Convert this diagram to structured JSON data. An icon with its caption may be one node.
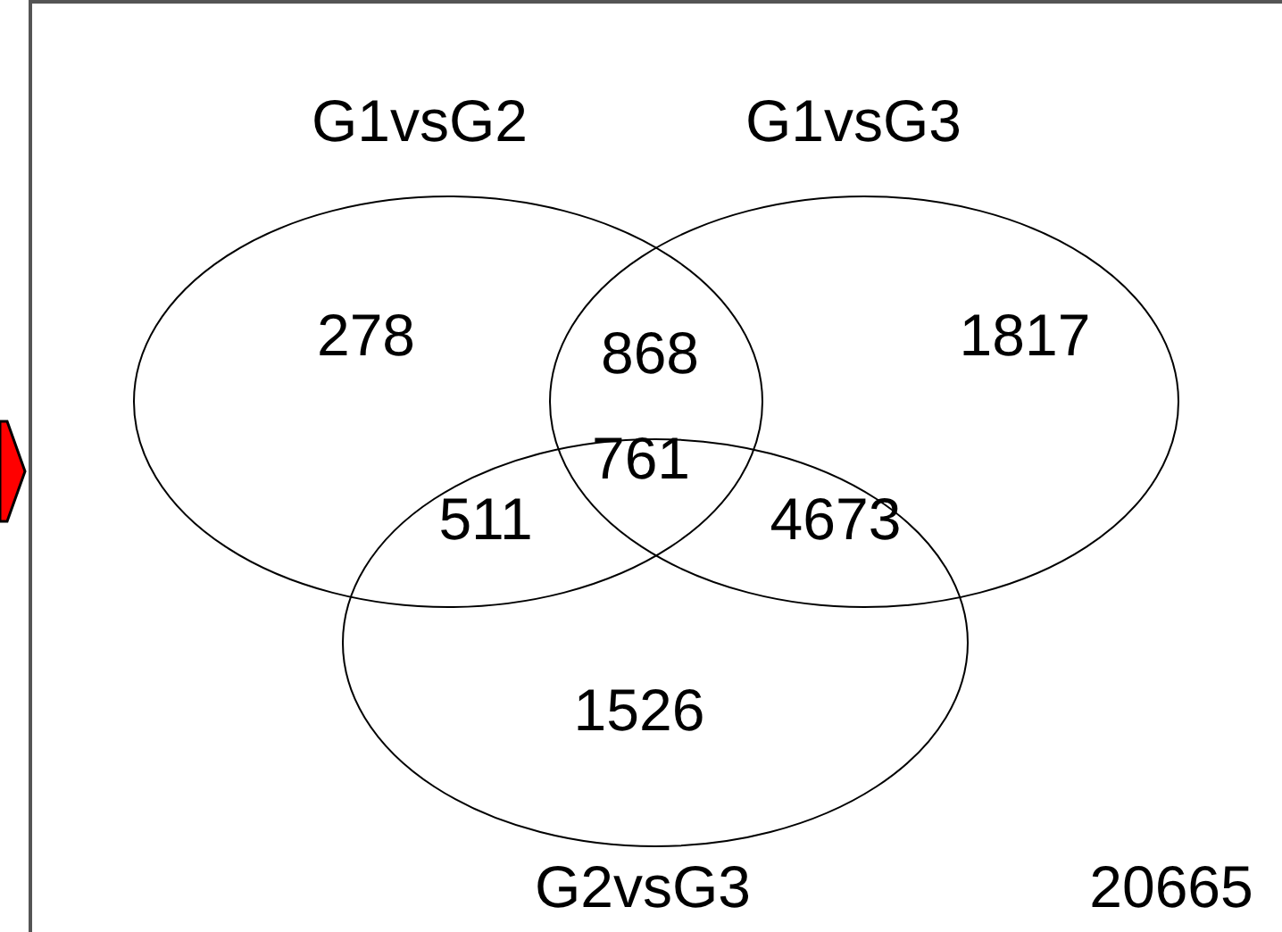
{
  "diagram": {
    "nodes": [
      {
        "text": [
          "G1vsG2"
        ]
      },
      {
        "text": [
          "G1vsG3"
        ]
      },
      {
        "text": [
          "G2vsG3"
        ]
      }
    ],
    "edges": [],
    "labels": [
      "278",
      "868",
      "1817",
      "761",
      "511",
      "4673",
      "1526",
      "20665"
    ]
  }
}
